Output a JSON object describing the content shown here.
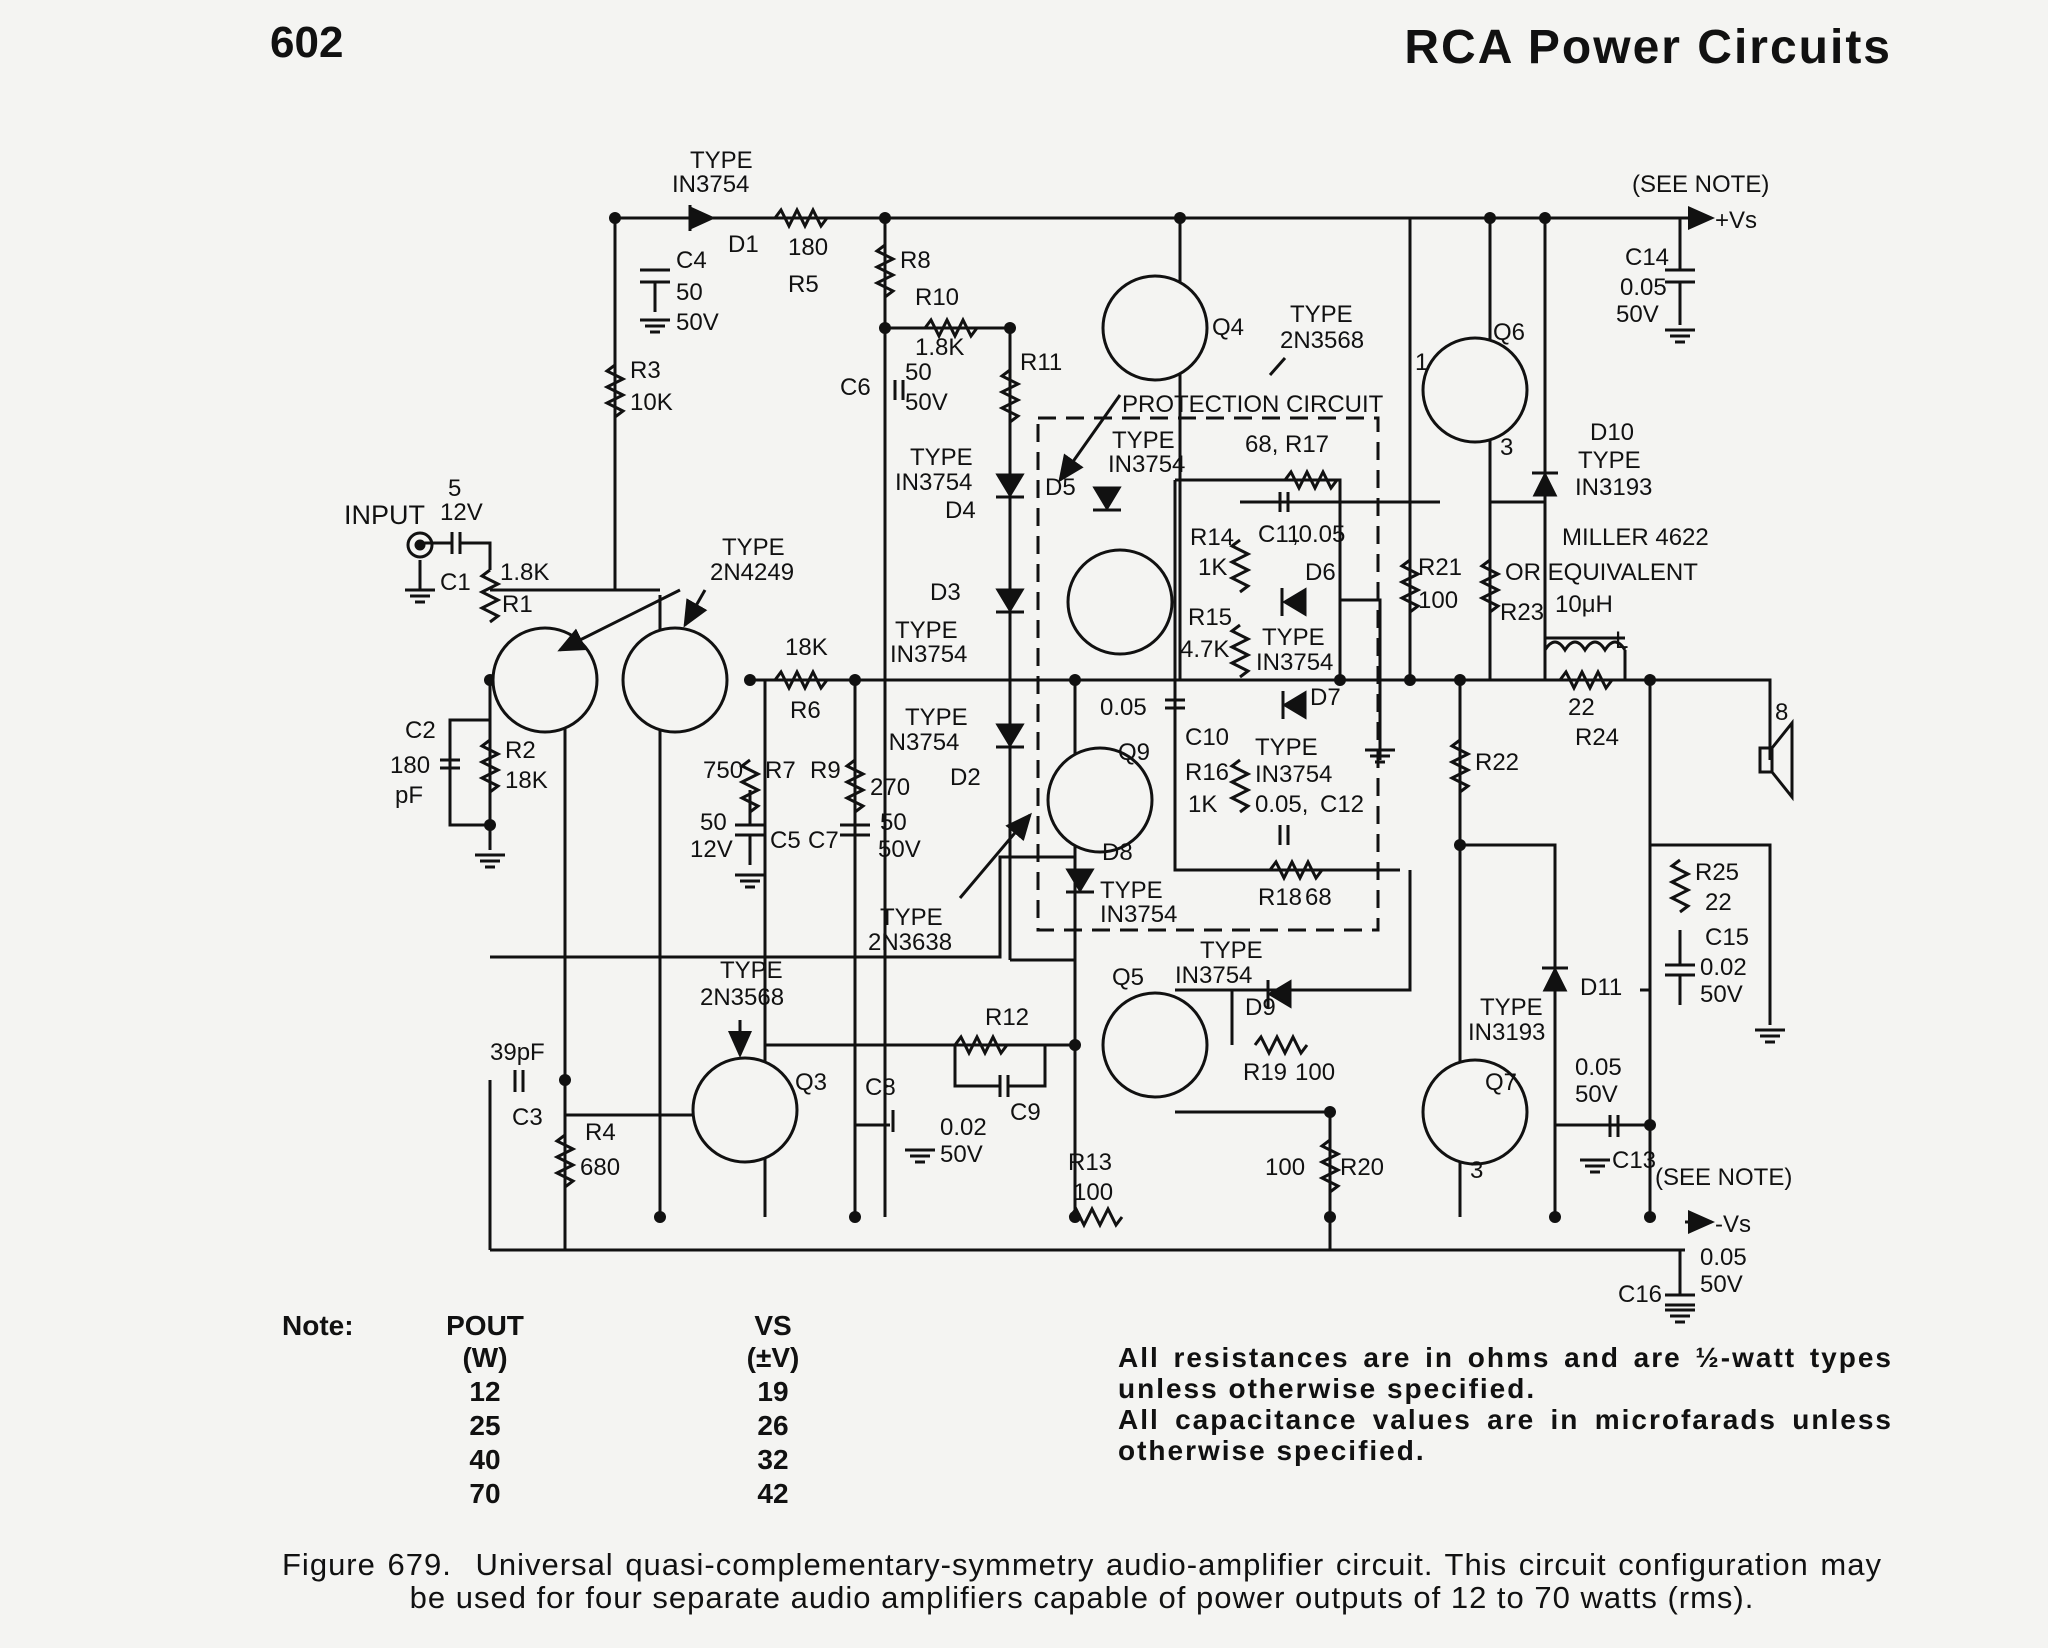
{
  "header": {
    "page_number": "602",
    "running_title": "RCA Power Circuits"
  },
  "labels": {
    "input": "INPUT",
    "vs_pos": "+Vs",
    "vs_neg": "-Vs",
    "see_note": "(SEE NOTE)",
    "protection_circuit": "PROTECTION CIRCUIT",
    "miller": "MILLER 4622",
    "or_equivalent": "OR EQUIVALENT",
    "speaker_ohms": "8",
    "type": "TYPE"
  },
  "transistors": {
    "q1_q2_type": "2N4249",
    "q3": "Q3",
    "q3_type": "2N3568",
    "q4": "Q4",
    "q4_type": "2N3568",
    "q5": "Q5",
    "q6": "Q6",
    "q7": "Q7",
    "q8": "D8",
    "q9": "Q9",
    "q8_q9_type": "2N3638",
    "num1": "1",
    "num3": "3"
  },
  "diodes": {
    "d1": "D1",
    "d1_type": "IN3754",
    "d2": "D2",
    "d3": "D3",
    "d4": "D4",
    "d5": "D5",
    "d6": "D6",
    "d7": "D7",
    "d9": "D9",
    "d10": "D10",
    "d11": "D11",
    "type_3754": "IN3754",
    "type_3193": "IN3193"
  },
  "resistors": {
    "r1": "R1",
    "r1_val": "1.8K",
    "r2": "R2",
    "r2_val": "18K",
    "r3": "R3",
    "r3_val": "10K",
    "r4": "R4",
    "r4_val": "680",
    "r5": "R5",
    "r5_val": "180",
    "r6": "R6",
    "r6_val": "18K",
    "r7": "R7",
    "r7_val": "750",
    "r8": "R8",
    "r9": "R9",
    "r9_val": "270",
    "r10": "R10",
    "r10_val": "1.8K",
    "r11": "R11",
    "r12": "R12",
    "r13": "R13",
    "r13_val": "100",
    "r14": "R14",
    "r14_val": "1K",
    "r15": "R15",
    "r15_val": "4.7K",
    "r16": "R16",
    "r16_val": "1K",
    "r17": "R17",
    "r17_val": "68,",
    "r18": "R18",
    "r18_val": "68",
    "r19": "R19",
    "r19_val": "100",
    "r20": "R20",
    "r20_val": "100",
    "r21": "R21",
    "r21_val": "100",
    "r22": "R22",
    "r23": "R23",
    "r24": "R24",
    "r24_val": "22",
    "r25": "R25",
    "r25_val": "22",
    "l_val": "10μH",
    "l": "L"
  },
  "capacitors": {
    "c1": "C1",
    "c1_val": "5",
    "c1_volt": "12V",
    "c2": "C2",
    "c2_val": "180",
    "c2_unit": "pF",
    "c3": "C3",
    "c3_val": "39pF",
    "c4": "C4",
    "c4_val": "50",
    "c4_volt": "50V",
    "c5": "C5",
    "c5_val": "50",
    "c5_volt": "12V",
    "c6": "C6",
    "c6_val": "50",
    "c6_volt": "50V",
    "c7": "C7",
    "c7_val": "50",
    "c7_volt": "50V",
    "c8": "C8",
    "c8_val": "0.02",
    "c8_volt": "50V",
    "c9": "C9",
    "c10": "C10",
    "c10_val": "0.05",
    "c11": "C11",
    "c11_val": ",0.05",
    "c12": "C12",
    "c12_val": "0.05,",
    "c13": "C13",
    "c13_val": "0.05",
    "c13_volt": "50V",
    "c14": "C14",
    "c14_val": "0.05",
    "c14_volt": "50V",
    "c15": "C15",
    "c15_val": "0.02",
    "c15_volt": "50V",
    "c16": "C16",
    "c16_val": "0.05",
    "c16_volt": "50V"
  },
  "note": {
    "label": "Note:",
    "col1_header1": "POUT",
    "col1_header2": "(W)",
    "col2_header1": "VS",
    "col2_header2": "(±V)",
    "rows": [
      {
        "pout": "12",
        "vs": "19"
      },
      {
        "pout": "25",
        "vs": "26"
      },
      {
        "pout": "40",
        "vs": "32"
      },
      {
        "pout": "70",
        "vs": "42"
      }
    ]
  },
  "remarks": {
    "line1": "All resistances are in ohms and are ½-watt types unless otherwise specified.",
    "line2": "All capacitance values are in microfarads unless otherwise specified."
  },
  "caption": {
    "figure": "Figure 679.",
    "text": "Universal quasi-complementary-symmetry audio-amplifier circuit. This circuit configuration may be used for four separate audio amplifiers capable of power outputs of 12 to 70 watts (rms)."
  }
}
